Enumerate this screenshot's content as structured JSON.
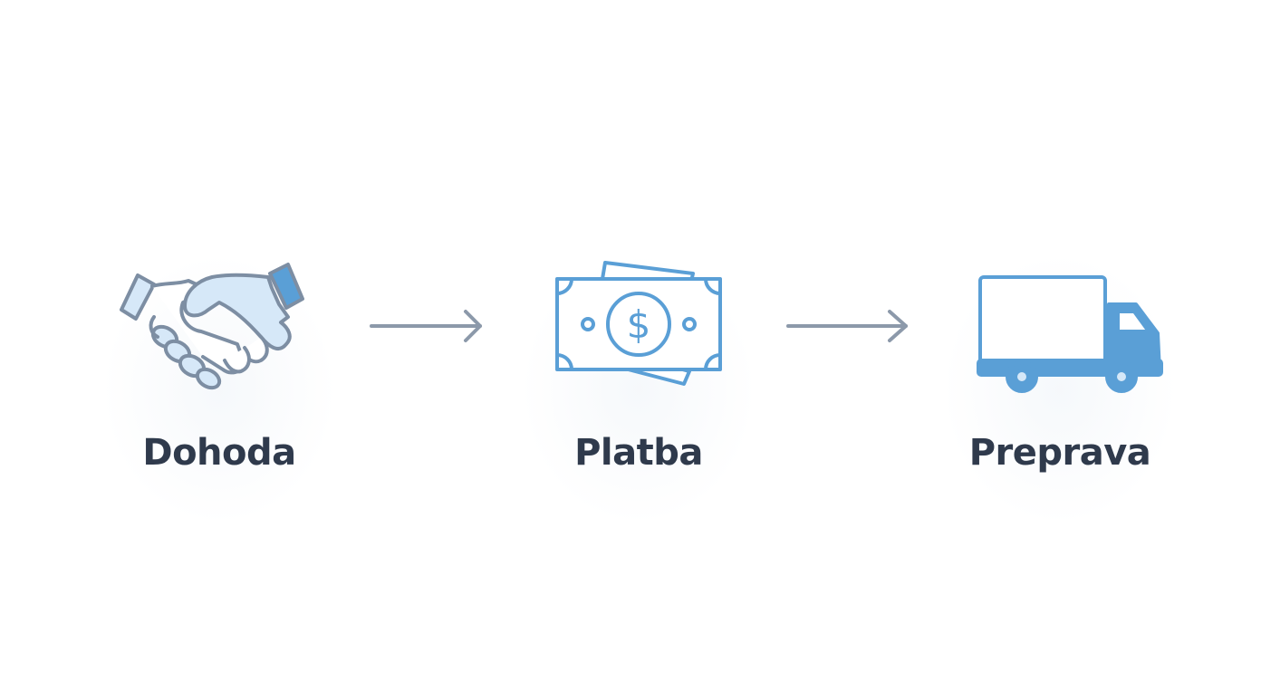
{
  "diagram": {
    "steps": [
      {
        "label": "Dohoda",
        "icon": "handshake-icon"
      },
      {
        "label": "Platba",
        "icon": "money-icon"
      },
      {
        "label": "Preprava",
        "icon": "truck-icon"
      }
    ],
    "colors": {
      "icon_blue": "#5a9fd6",
      "icon_light_blue": "#d6e8f8",
      "outline_gray": "#7d8ea3",
      "arrow_gray": "#8c99aa",
      "label_text": "#2f3a4c"
    }
  }
}
